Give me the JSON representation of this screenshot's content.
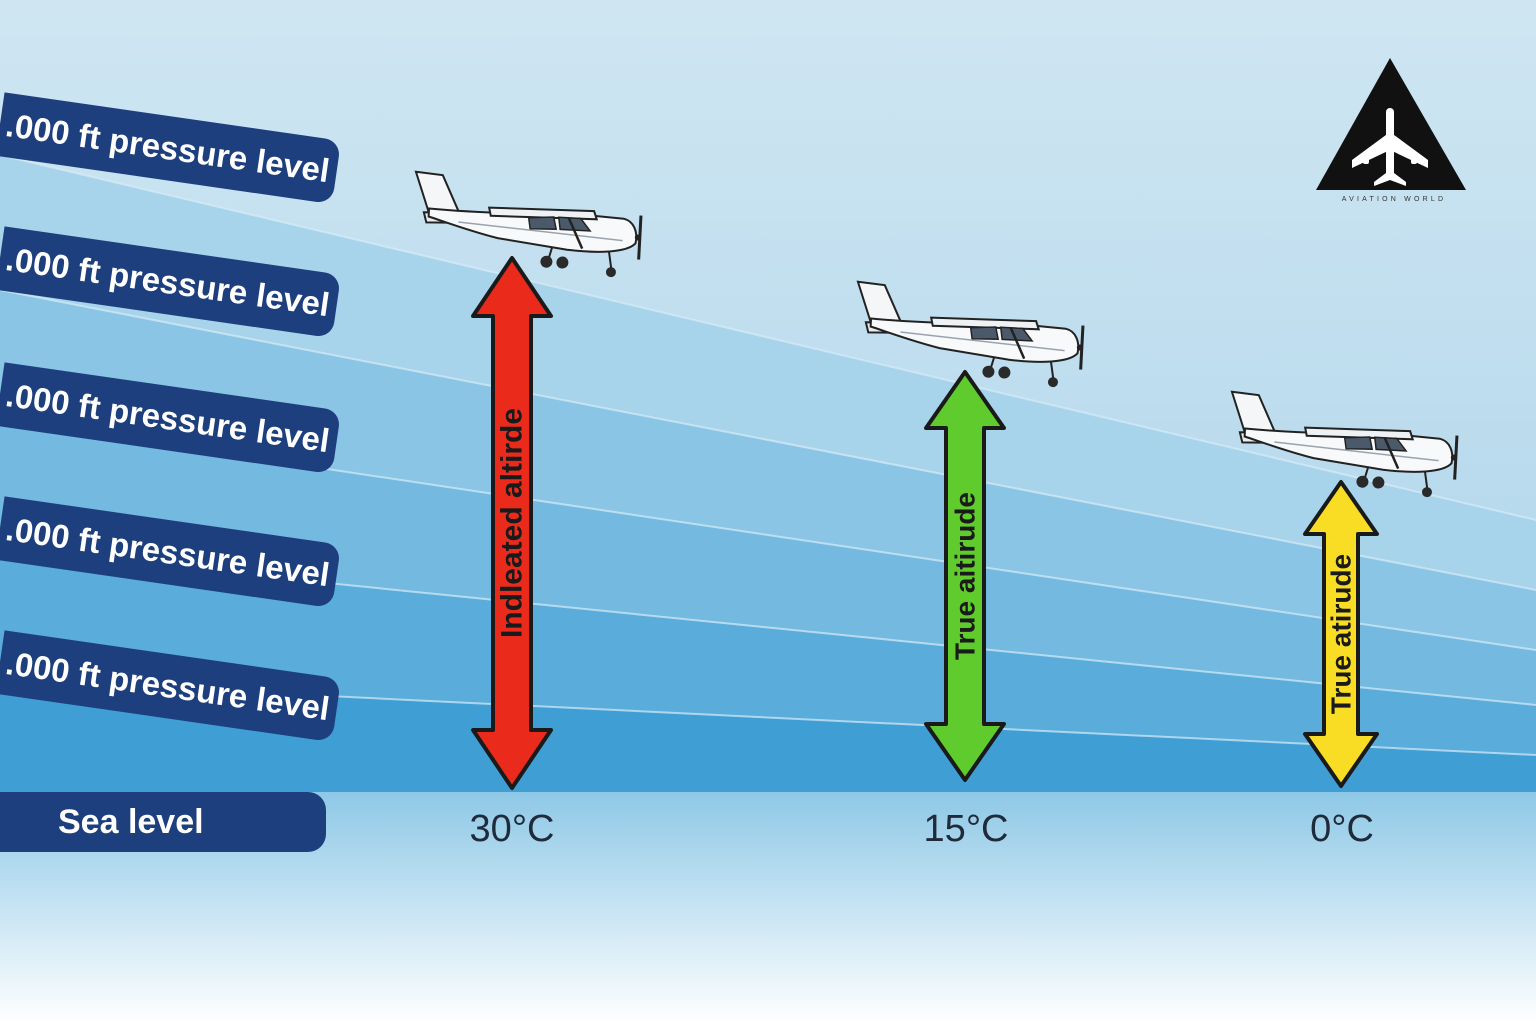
{
  "pressure_levels": [
    {
      "label": ".000 ft pressure level"
    },
    {
      "label": ".000 ft pressure level"
    },
    {
      "label": ".000 ft pressure level"
    },
    {
      "label": ".000 ft pressure level"
    },
    {
      "label": ".000 ft pressure level"
    }
  ],
  "sea_level": {
    "label": "Sea level"
  },
  "columns": [
    {
      "temperature": "30°C",
      "arrow_label": "Indleated altirde",
      "arrow_color": "#ea2b1c"
    },
    {
      "temperature": "15°C",
      "arrow_label": "True aitirude",
      "arrow_color": "#5fcb2c"
    },
    {
      "temperature": "0°C",
      "arrow_label": "True atirude",
      "arrow_color": "#f8dd24"
    }
  ],
  "logo": {
    "text": "AVIATION WORLD",
    "icon": "airplane-triangle-logo"
  },
  "colors": {
    "sky_light": "#cfe6f2",
    "band_dark": "#3d9fd3",
    "pill": "#1d3f7e",
    "text_dark": "#1f2a3a"
  }
}
